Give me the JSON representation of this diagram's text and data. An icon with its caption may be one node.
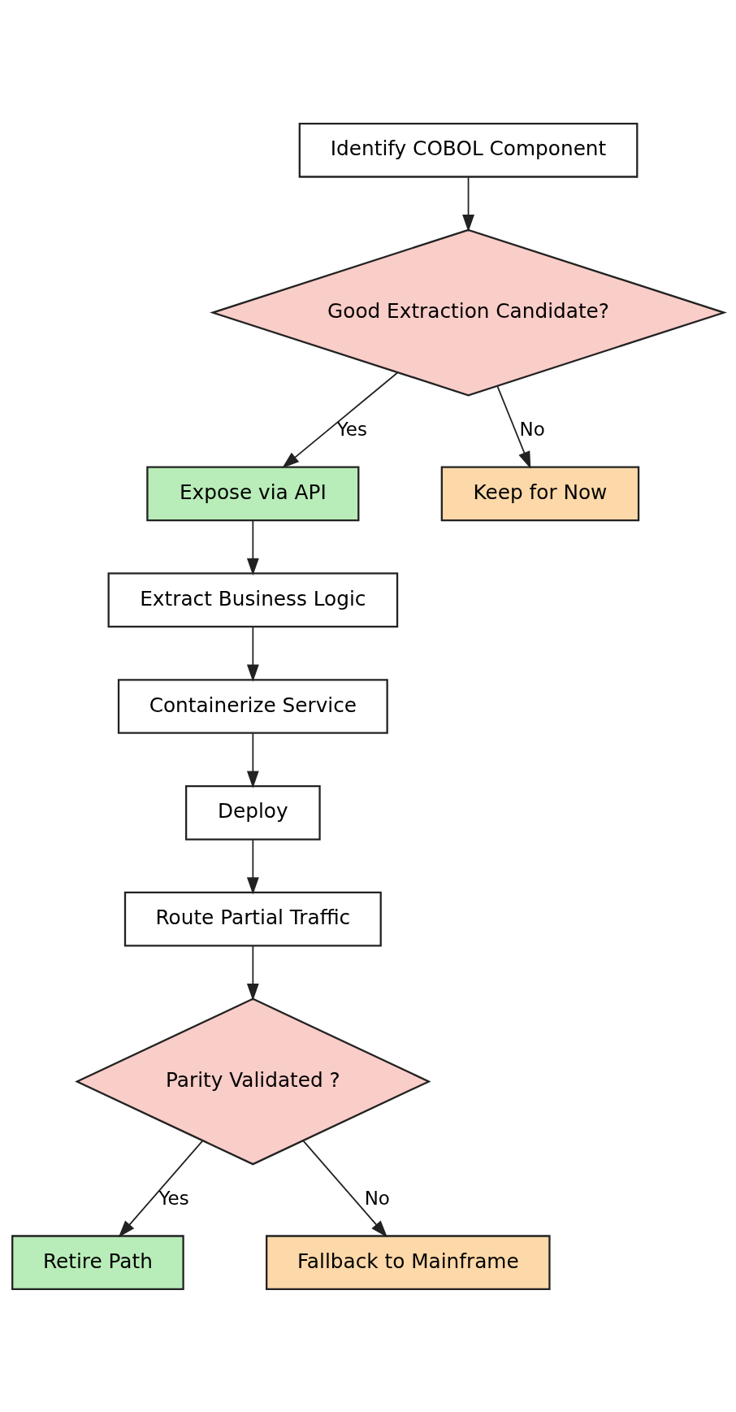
{
  "diagram": {
    "nodes": [
      {
        "text": [
          "Identify COBOL Component"
        ]
      },
      {
        "text": [
          "Good Extraction Candidate?"
        ]
      },
      {
        "text": [
          "Expose via API"
        ]
      },
      {
        "text": [
          "Keep for Now"
        ]
      },
      {
        "text": [
          "Extract Business Logic"
        ]
      },
      {
        "text": [
          "Containerize Service"
        ]
      },
      {
        "text": [
          "Deploy"
        ]
      },
      {
        "text": [
          "Route Partial Traffic"
        ]
      },
      {
        "text": [
          "Parity Validated ?"
        ]
      },
      {
        "text": [
          "Retire Path"
        ]
      },
      {
        "text": [
          "Fallback to Mainframe"
        ]
      }
    ],
    "edges": [
      {
        "from": 0,
        "to": 1,
        "arrow": "to"
      },
      {
        "from": 1,
        "to": 2,
        "arrow": "to",
        "label": "Yes"
      },
      {
        "from": 1,
        "to": 3,
        "arrow": "to",
        "label": "No"
      },
      {
        "from": 2,
        "to": 4,
        "arrow": "to"
      },
      {
        "from": 4,
        "to": 5,
        "arrow": "to"
      },
      {
        "from": 5,
        "to": 6,
        "arrow": "to"
      },
      {
        "from": 6,
        "to": 7,
        "arrow": "to"
      },
      {
        "from": 7,
        "to": 8,
        "arrow": "to"
      },
      {
        "from": 8,
        "to": 9,
        "arrow": "to",
        "label": "Yes"
      },
      {
        "from": 8,
        "to": 10,
        "arrow": "to",
        "label": "No"
      }
    ]
  }
}
